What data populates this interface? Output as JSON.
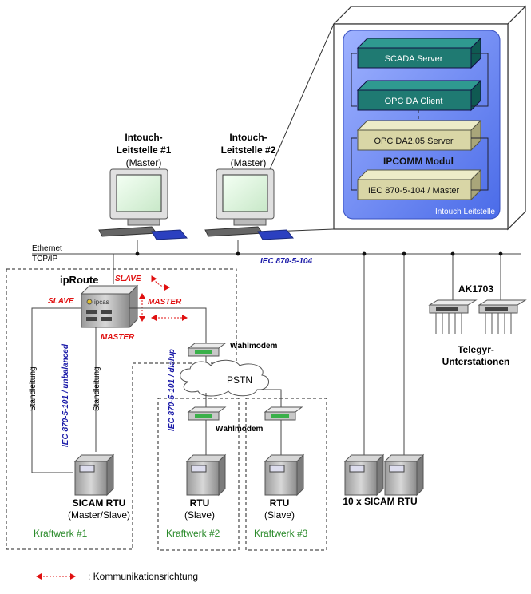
{
  "colors": {
    "teal": "#1f7a72",
    "khaki": "#d9d6a6",
    "blue_panel": "#6688ee",
    "red": "#e01010",
    "navy": "#1a1aa8",
    "green": "#2a8a2a"
  },
  "pcs": {
    "pc1": {
      "l1": "Intouch-",
      "l2": "Leitstelle #1",
      "l3": "(Master)"
    },
    "pc2": {
      "l1": "Intouch-",
      "l2": "Leitstelle #2",
      "l3": "(Master)"
    }
  },
  "stack": {
    "scada": "SCADA Server",
    "opc_client": "OPC DA Client",
    "opc_server": "OPC DA2.05 Server",
    "module": "IPCOMM Modul",
    "iec_master": "IEC 870-5-104 / Master",
    "panel_label": "Intouch Leitstelle"
  },
  "network": {
    "eth1": "Ethernet",
    "eth2": "TCP/IP",
    "iec104": "IEC 870-5-104"
  },
  "iproute": {
    "name": "ipRoute",
    "brand": "ipcas",
    "slave_top": "SLAVE",
    "slave_left": "SLAVE",
    "master_right": "MASTER",
    "master_bottom": "MASTER"
  },
  "labels": {
    "standleitung": "Standleitung",
    "iec101_unbalanced": "IEC 870-5-101 / unbalanced",
    "iec101_dialup": "IEC 870-5-101 / dialup",
    "waehlmodem": "Wählmodem",
    "pstn": "PSTN"
  },
  "ak": {
    "name": "AK1703",
    "telegyr1": "Telegyr-",
    "telegyr2": "Unterstationen"
  },
  "rtus": {
    "sicam_name": "SICAM RTU",
    "sicam_role": "(Master/Slave)",
    "rtu2_name": "RTU",
    "rtu2_role": "(Slave)",
    "rtu3_name": "RTU",
    "rtu3_role": "(Slave)",
    "ten_sicam": "10 x SICAM RTU"
  },
  "plants": {
    "k1": "Kraftwerk #1",
    "k2": "Kraftwerk #2",
    "k3": "Kraftwerk #3"
  },
  "legend": {
    "text": ": Kommunikationsrichtung"
  }
}
